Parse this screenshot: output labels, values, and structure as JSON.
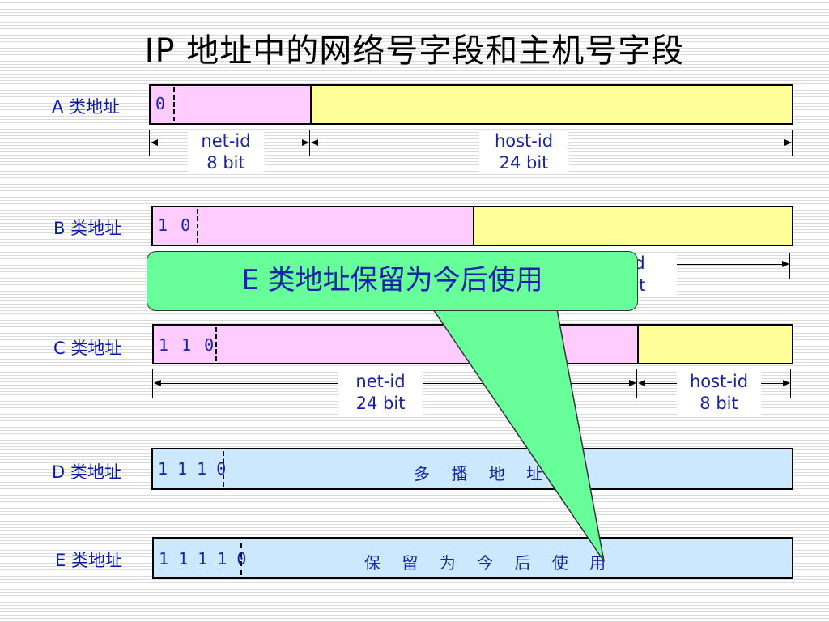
{
  "title": "IP 地址中的网络号字段和主机号字段",
  "rows": {
    "a": {
      "label": "A 类地址",
      "bits": "0"
    },
    "b": {
      "label": "B 类地址",
      "bits": "1 0"
    },
    "c": {
      "label": "C 类地址",
      "bits": "1 1 0"
    },
    "d": {
      "label": "D 类地址",
      "bits": "1 1 1 0",
      "field": "多 播 地 址"
    },
    "e": {
      "label": "E 类地址",
      "bits": "1 1 1 1 0",
      "field": "保 留 为 今 后 使 用"
    }
  },
  "measures": {
    "a_net": {
      "name": "net-id",
      "bits": "8 bit"
    },
    "a_host": {
      "name": "host-id",
      "bits": "24 bit"
    },
    "b_host_partial": {
      "name": "-id",
      "bits": "bit"
    },
    "c_net": {
      "name": "net-id",
      "bits": "24 bit"
    },
    "c_host": {
      "name": "host-id",
      "bits": "8 bit"
    }
  },
  "callout": {
    "text": "E 类地址保留为今后使用"
  },
  "colors": {
    "net_field": "#ffccff",
    "host_field": "#ffff99",
    "multicast_field": "#cce8ff",
    "callout_fill": "#66ff99",
    "label_text": "#0a1aa8"
  }
}
